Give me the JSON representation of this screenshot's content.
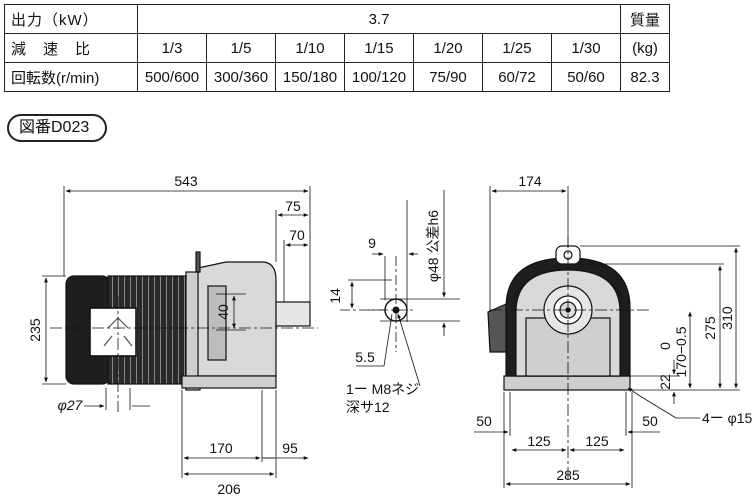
{
  "spec_table": {
    "row_output": {
      "label": "出力（kW）",
      "value": "3.7",
      "weight_header": "質量"
    },
    "row_ratio": {
      "label": "減　速　比",
      "ratios": [
        "1/3",
        "1/5",
        "1/10",
        "1/15",
        "1/20",
        "1/25",
        "1/30"
      ],
      "weight_unit": "(kg)"
    },
    "row_speed": {
      "label": "回転数(r/min)",
      "speeds": [
        "500/600",
        "300/360",
        "150/180",
        "100/120",
        "75/90",
        "60/72",
        "50/60"
      ],
      "weight_value": "82.3"
    }
  },
  "drawing_tag": "図番D023",
  "dimensions": {
    "total_length": "543",
    "shaft_75": "75",
    "shaft_70": "70",
    "height_235": "235",
    "dim_40": "40",
    "dia_27": "φ27",
    "base_170": "170",
    "base_206": "206",
    "base_95": "95",
    "key_9": "9",
    "key_14": "14",
    "key_55": "5.5",
    "shaft_dia": "φ48 公差h6",
    "tap_line1": "1ー M8ネジ",
    "tap_line2": "深サ12",
    "front_174": "174",
    "front_310": "310",
    "front_275": "275",
    "front_170": "170−0.5",
    "front_0": "0",
    "front_22": "22",
    "front_50_left": "50",
    "front_50_right": "50",
    "front_125_left": "125",
    "front_125_right": "125",
    "front_285": "285",
    "holes": "4ー φ15"
  },
  "colors": {
    "motor_body": "#1e1e1e",
    "housing_fill": "#d9d9d9",
    "line": "#111111"
  }
}
